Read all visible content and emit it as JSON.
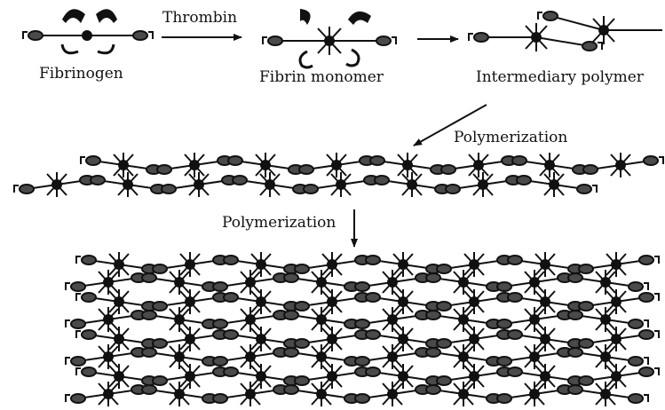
{
  "diagram": {
    "labels": {
      "thrombin": "Thrombin",
      "fibrinogen": "Fibrinogen",
      "fibrin_monomer": "Fibrin monomer",
      "intermediary_polymer": "Intermediary polymer",
      "polymerization_1": "Polymerization",
      "polymerization_2": "Polymerization"
    },
    "colors": {
      "ink": "#111111",
      "domain_fill": "#4a4a4a",
      "background": "#ffffff"
    },
    "stages": [
      "fibrinogen",
      "fibrin-monomer",
      "intermediary-polymer",
      "protofibril",
      "fibrin-fiber"
    ]
  }
}
